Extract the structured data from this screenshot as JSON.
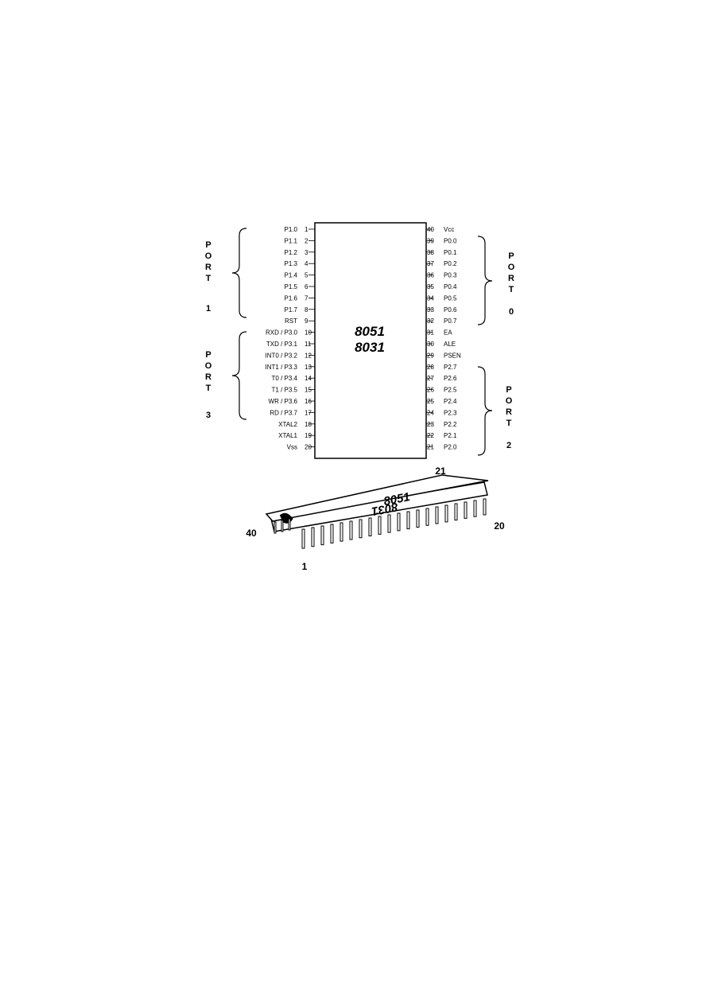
{
  "chip": {
    "name_line1": "8051",
    "name_line2": "8031"
  },
  "left_pins": [
    {
      "num": "1",
      "label": "P1.0"
    },
    {
      "num": "2",
      "label": "P1.1"
    },
    {
      "num": "3",
      "label": "P1.2"
    },
    {
      "num": "4",
      "label": "P1.3"
    },
    {
      "num": "5",
      "label": "P1.4"
    },
    {
      "num": "6",
      "label": "P1.5"
    },
    {
      "num": "7",
      "label": "P1.6"
    },
    {
      "num": "8",
      "label": "P1.7"
    },
    {
      "num": "9",
      "label": "RST"
    },
    {
      "num": "10",
      "label": "RXD / P3.0"
    },
    {
      "num": "11",
      "label": "TXD / P3.1"
    },
    {
      "num": "12",
      "label": "INT0 / P3.2"
    },
    {
      "num": "13",
      "label": "INT1 / P3.3"
    },
    {
      "num": "14",
      "label": "T0 / P3.4"
    },
    {
      "num": "15",
      "label": "T1 / P3.5"
    },
    {
      "num": "16",
      "label": "WR / P3.6"
    },
    {
      "num": "17",
      "label": "RD / P3.7"
    },
    {
      "num": "18",
      "label": "XTAL2"
    },
    {
      "num": "19",
      "label": "XTAL1"
    },
    {
      "num": "20",
      "label": "Vss"
    }
  ],
  "right_pins": [
    {
      "num": "40",
      "label": "Vcc"
    },
    {
      "num": "39",
      "label": "P0.0"
    },
    {
      "num": "38",
      "label": "P0.1"
    },
    {
      "num": "37",
      "label": "P0.2"
    },
    {
      "num": "36",
      "label": "P0.3"
    },
    {
      "num": "35",
      "label": "P0.4"
    },
    {
      "num": "34",
      "label": "P0.5"
    },
    {
      "num": "33",
      "label": "P0.6"
    },
    {
      "num": "32",
      "label": "P0.7"
    },
    {
      "num": "31",
      "label": "EA"
    },
    {
      "num": "30",
      "label": "ALE"
    },
    {
      "num": "29",
      "label": "PSEN"
    },
    {
      "num": "28",
      "label": "P2.7"
    },
    {
      "num": "27",
      "label": "P2.6"
    },
    {
      "num": "26",
      "label": "P2.5"
    },
    {
      "num": "25",
      "label": "P2.4"
    },
    {
      "num": "24",
      "label": "P2.3"
    },
    {
      "num": "23",
      "label": "P2.2"
    },
    {
      "num": "22",
      "label": "P2.1"
    },
    {
      "num": "21",
      "label": "P2.0"
    }
  ],
  "ports": [
    {
      "id": "port-1",
      "letters": [
        "P",
        "O",
        "R",
        "T",
        "1"
      ]
    },
    {
      "id": "port-3",
      "letters": [
        "P",
        "O",
        "R",
        "T",
        "3"
      ]
    },
    {
      "id": "port-0",
      "letters": [
        "P",
        "O",
        "R",
        "T",
        "0"
      ]
    },
    {
      "id": "port-2",
      "letters": [
        "P",
        "O",
        "R",
        "T",
        "2"
      ]
    }
  ],
  "package": {
    "pin_1": "1",
    "pin_20": "20",
    "pin_21": "21",
    "pin_40": "40",
    "label_line1": "8051",
    "label_line2": "8031"
  }
}
